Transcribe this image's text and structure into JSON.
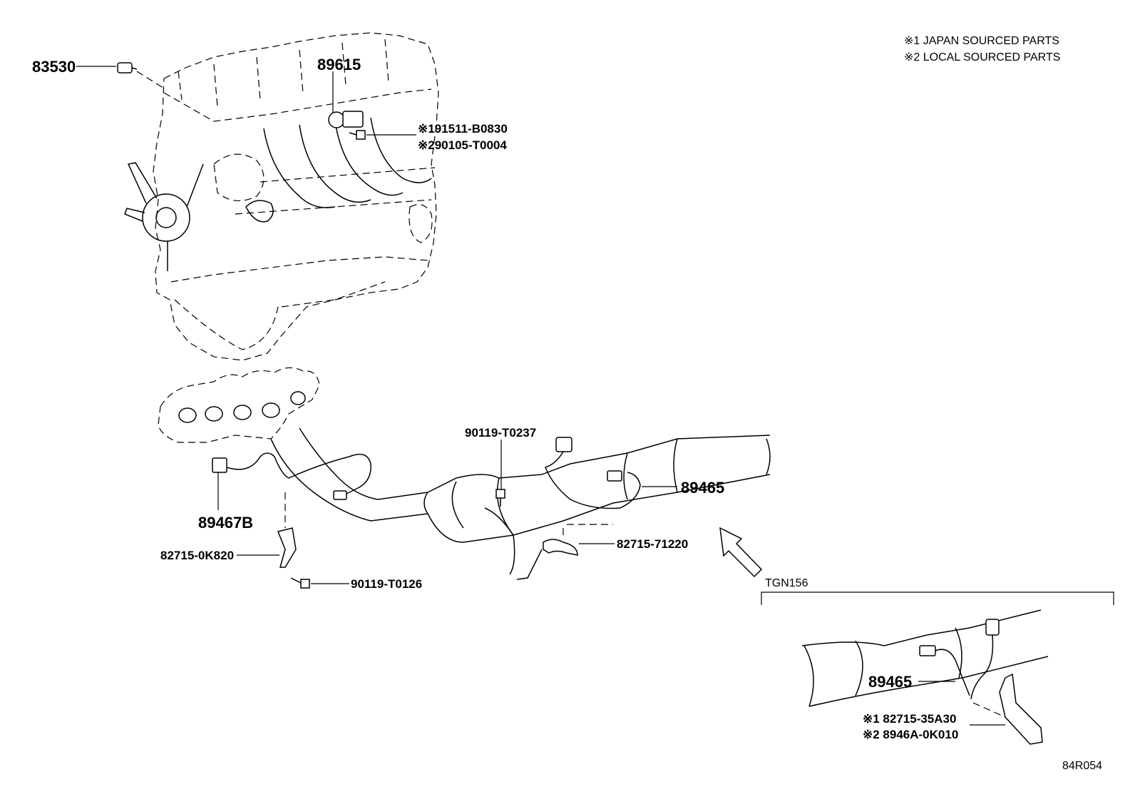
{
  "notes": {
    "line1": "※1 JAPAN SOURCED PARTS",
    "line2": "※2 LOCAL SOURCED PARTS"
  },
  "parts": {
    "p83530": "83530",
    "p89615": "89615",
    "p91511": "※191511-B0830",
    "p290105": "※290105-T0004",
    "p90119_t0237": "90119-T0237",
    "p89465_main": "89465",
    "p89467b": "89467B",
    "p82715_71220": "82715-71220",
    "p82715_0k820": "82715-0K820",
    "p90119_t0126": "90119-T0126"
  },
  "inset": {
    "label": "TGN156",
    "p89465": "89465",
    "p82715_35a30": "※1 82715-35A30",
    "p8946a": "※2 8946A-0K010"
  },
  "figure_code": "84R054"
}
